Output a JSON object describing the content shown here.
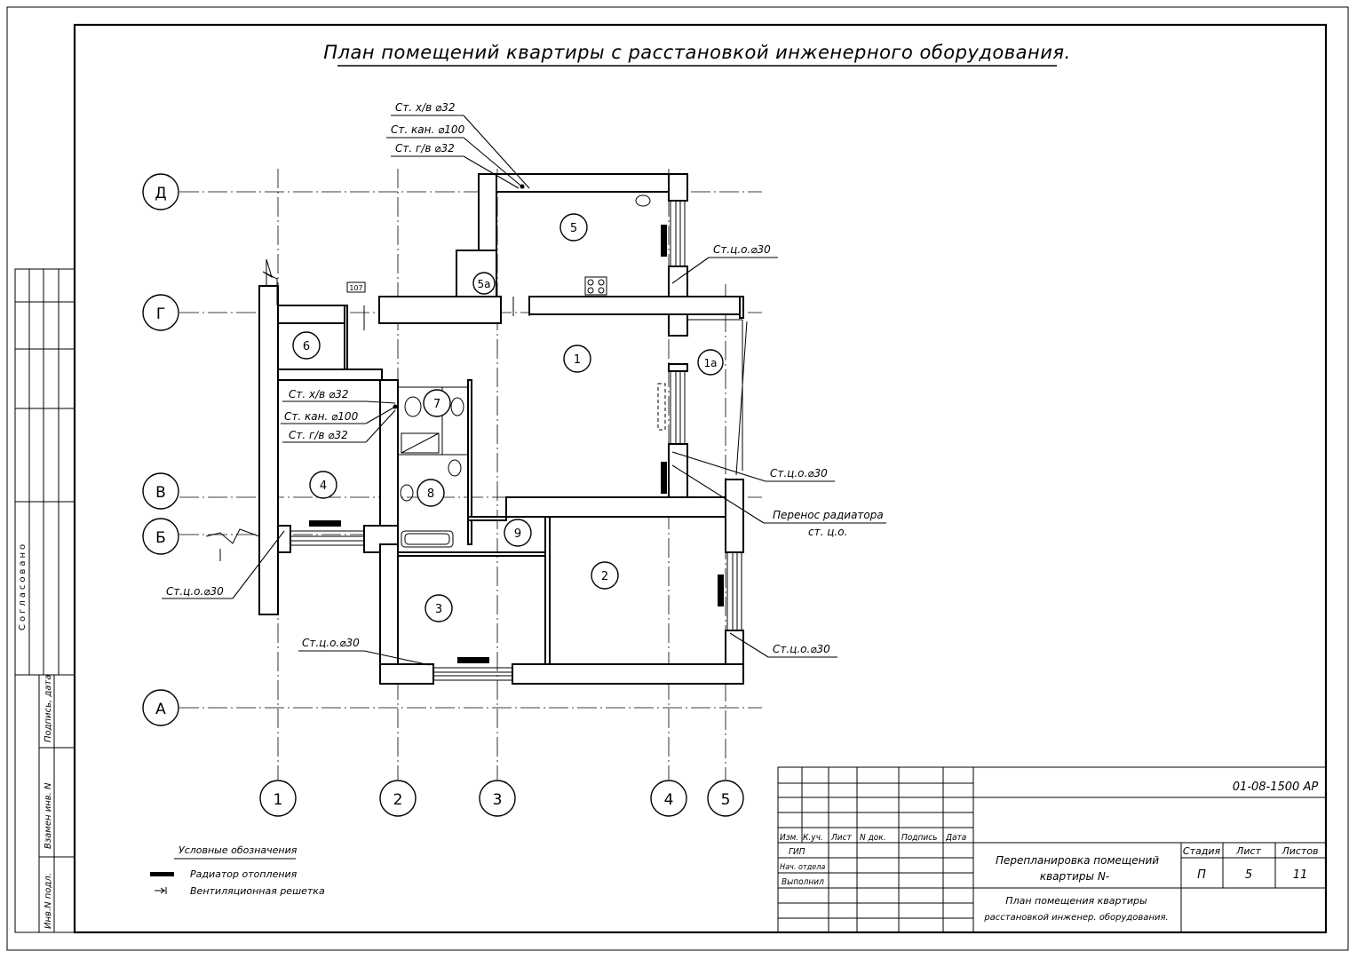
{
  "title": "План помещений квартиры с расстановкой инженерного оборудования.",
  "axes": {
    "rows": [
      "Д",
      "Г",
      "В",
      "Б",
      "А"
    ],
    "columns": [
      "1",
      "2",
      "3",
      "4",
      "5"
    ]
  },
  "rooms": [
    "5",
    "5а",
    "1",
    "1а",
    "6",
    "7",
    "8",
    "4",
    "9",
    "2",
    "3"
  ],
  "element_marker": "107",
  "riser_top": [
    "Ст. х/в ⌀32",
    "Ст. кан. ⌀100",
    "Ст. г/в ⌀32"
  ],
  "riser_bath": [
    "Ст. х/в ⌀32",
    "Ст. кан. ⌀100",
    "Ст. г/в ⌀32"
  ],
  "heating_risers": {
    "kitchen": "Ст.ц.о.⌀30",
    "room1": "Ст.ц.о.⌀30",
    "room2": "Ст.ц.о.⌀30",
    "room3": "Ст.ц.о.⌀30",
    "room4": "Ст.ц.о.⌀30"
  },
  "radiator_transfer": [
    "Перенос радиатора",
    "ст. ц.о."
  ],
  "legend": {
    "title": "Условные обозначения",
    "radiator": "Радиатор отопления",
    "vent": "Вентиляционная решетка"
  },
  "left_stamp": {
    "agreed": "Согласовано",
    "replace": "Взамен инв. N",
    "sign_date": "Подпись, дата",
    "inv": "Инв.N подл."
  },
  "title_block": {
    "code": "01-08-1500 АР",
    "headers": [
      "Изм.",
      "К.уч.",
      "Лист",
      "N док.",
      "Подпись",
      "Дата"
    ],
    "roles": [
      "ГИП",
      "Нач. отдела",
      "Выполнил"
    ],
    "project": [
      "Перепланировка помещений",
      "квартиры N-"
    ],
    "sheet_title": [
      "План помещения квартиры",
      "расстановкой инженер. оборудования."
    ],
    "stage_label": "Стадия",
    "sheet_label": "Лист",
    "sheets_label": "Листов",
    "stage": "П",
    "sheet": "5",
    "sheets": "11"
  }
}
